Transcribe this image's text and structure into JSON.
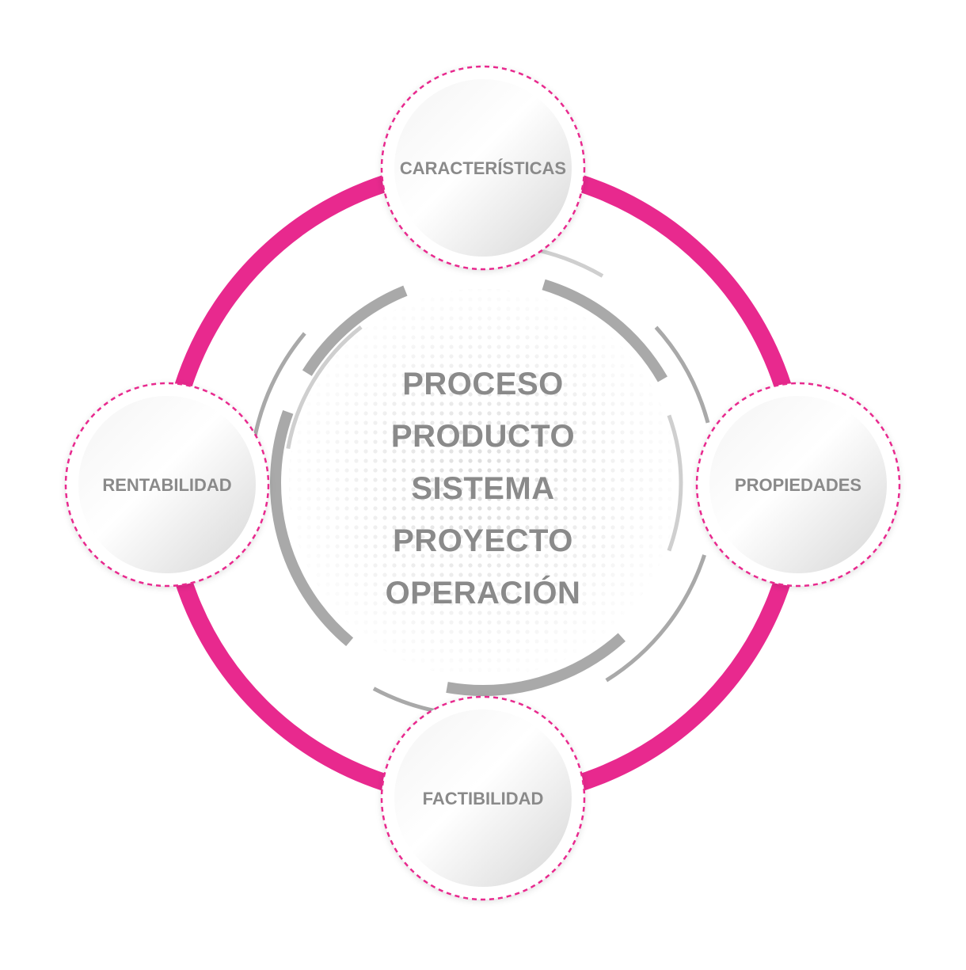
{
  "colors": {
    "accent": "#e8298e",
    "text": "#8a8a8a",
    "ring_gray": "#a9a9a9",
    "ring_gray_light": "#cfcfcf",
    "node_fill_light": "#ffffff",
    "node_fill_dark": "#d9d9d9"
  },
  "center": {
    "words": [
      "PROCESO",
      "PRODUCTO",
      "SISTEMA",
      "PROYECTO",
      "OPERACIÓN"
    ]
  },
  "nodes": {
    "top": {
      "label": "CARACTERÍSTICAS"
    },
    "right": {
      "label": "PROPIEDADES"
    },
    "bottom": {
      "label": "FACTIBILIDAD"
    },
    "left": {
      "label": "RENTABILIDAD"
    }
  }
}
